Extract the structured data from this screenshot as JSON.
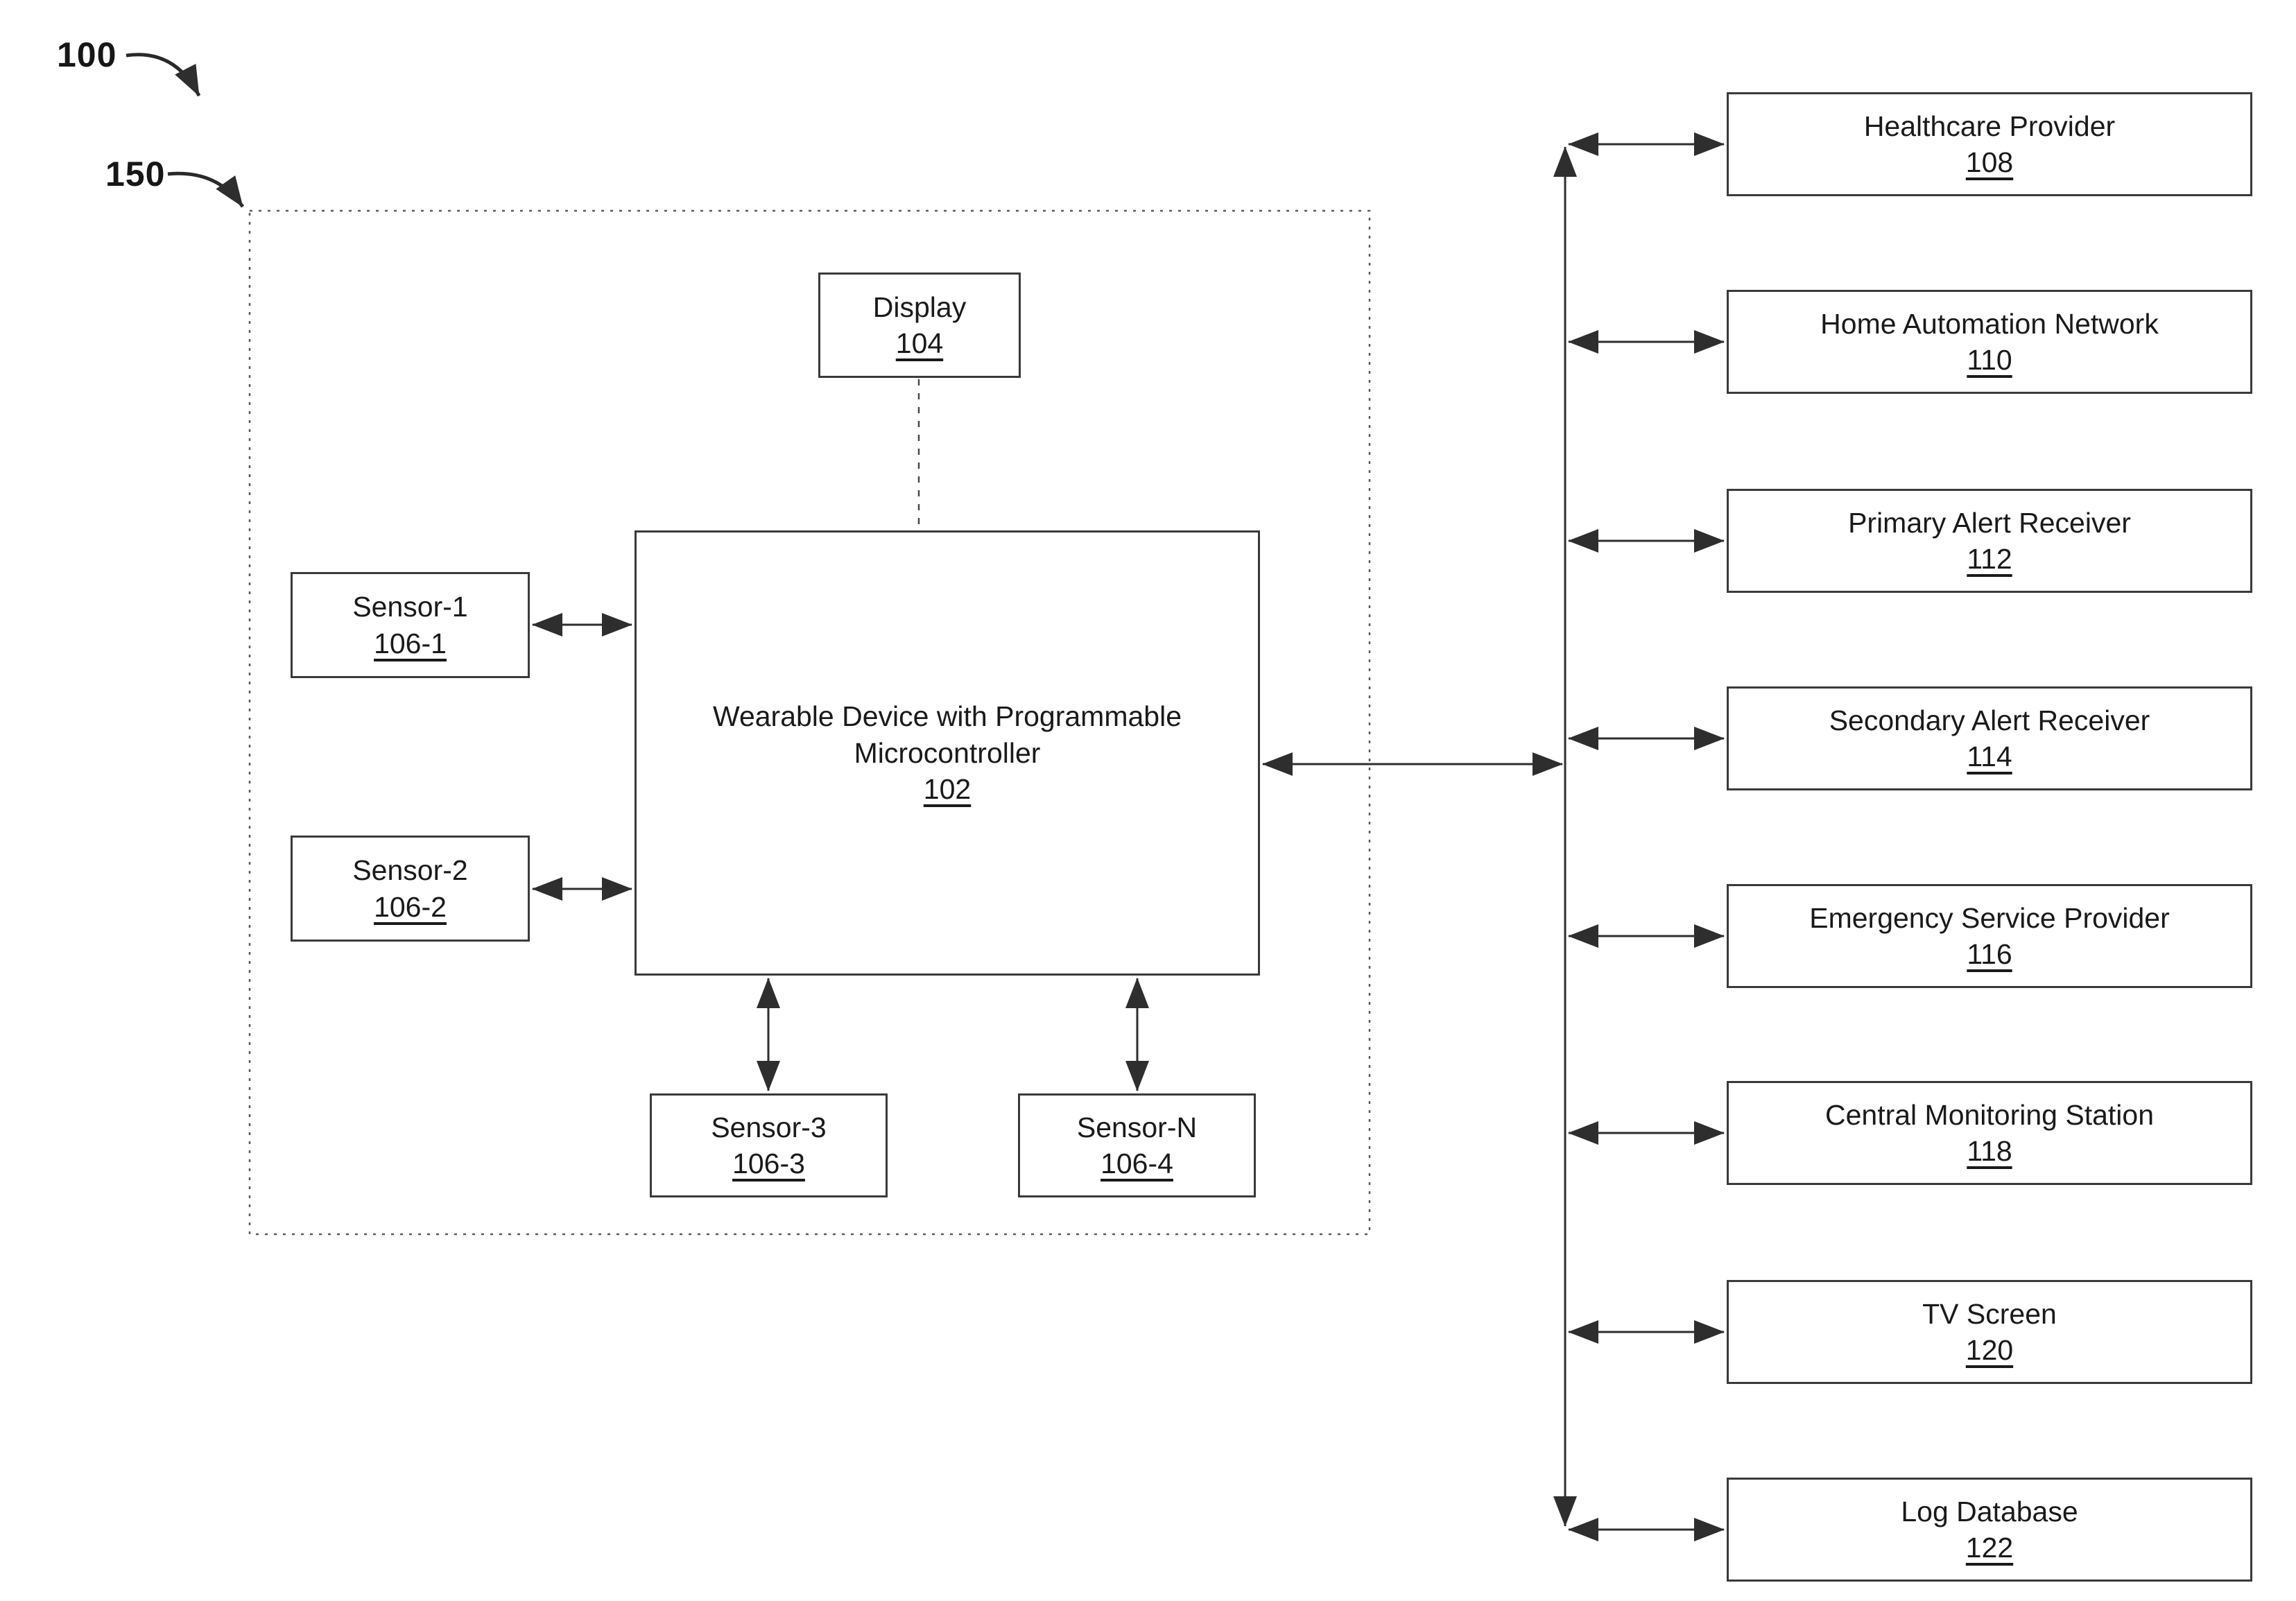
{
  "figure": {
    "ref_100": "100",
    "ref_150": "150"
  },
  "device_group": {
    "display": {
      "label": "Display",
      "ref": "104"
    },
    "wearable": {
      "label": "Wearable Device with Programmable Microcontroller",
      "ref": "102"
    },
    "sensors": [
      {
        "label": "Sensor-1",
        "ref": "106-1"
      },
      {
        "label": "Sensor-2",
        "ref": "106-2"
      },
      {
        "label": "Sensor-3",
        "ref": "106-3"
      },
      {
        "label": "Sensor-N",
        "ref": "106-4"
      }
    ]
  },
  "network_nodes": [
    {
      "label": "Healthcare Provider",
      "ref": "108"
    },
    {
      "label": "Home Automation Network",
      "ref": "110"
    },
    {
      "label": "Primary Alert Receiver",
      "ref": "112"
    },
    {
      "label": "Secondary Alert Receiver",
      "ref": "114"
    },
    {
      "label": "Emergency Service Provider",
      "ref": "116"
    },
    {
      "label": "Central Monitoring Station",
      "ref": "118"
    },
    {
      "label": "TV Screen",
      "ref": "120"
    },
    {
      "label": "Log Database",
      "ref": "122"
    }
  ],
  "colors": {
    "ink": "#1a1a1a",
    "line": "#2e2e2e",
    "dashed_boundary": "#5a5a5a",
    "background": "#ffffff"
  }
}
